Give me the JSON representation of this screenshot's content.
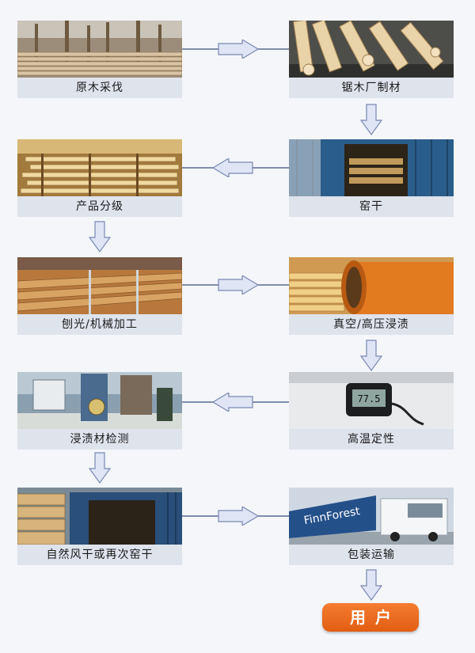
{
  "steps": [
    {
      "label": "原木采伐"
    },
    {
      "label": "锯木厂制材"
    },
    {
      "label": "窑干"
    },
    {
      "label": "产品分级"
    },
    {
      "label": "刨光/机械加工"
    },
    {
      "label": "真空/高压浸渍"
    },
    {
      "label": "高温定性"
    },
    {
      "label": "浸渍材检测"
    },
    {
      "label": "自然风干或再次窑干"
    },
    {
      "label": "包装运输"
    }
  ],
  "end": {
    "label": "用户"
  },
  "photo_text": {
    "truck_brand": "FinnForest",
    "meter_reading": "77.5"
  },
  "colors": {
    "arrow_fill": "#dfe5f4",
    "arrow_stroke": "#7a88b0",
    "label_bg": "#dfe3ec",
    "user_bg": "#f06a1e"
  }
}
